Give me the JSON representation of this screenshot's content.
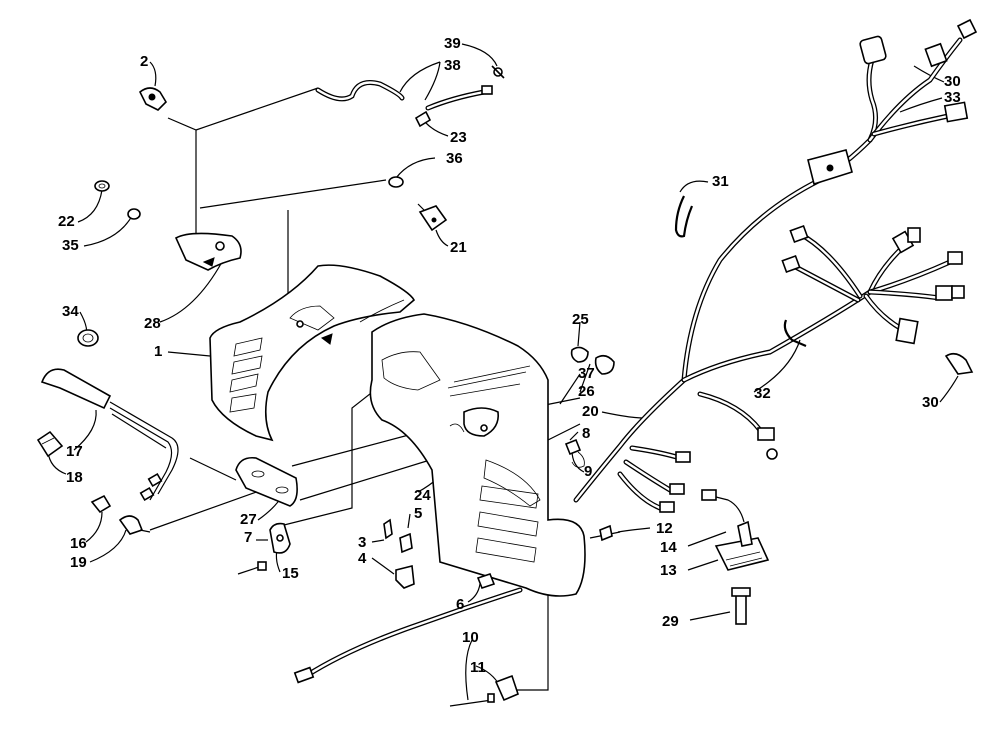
{
  "callouts": [
    {
      "id": "2",
      "text": "2"
    },
    {
      "id": "39",
      "text": "39"
    },
    {
      "id": "38",
      "text": "38"
    },
    {
      "id": "23",
      "text": "23"
    },
    {
      "id": "36",
      "text": "36"
    },
    {
      "id": "22",
      "text": "22"
    },
    {
      "id": "35",
      "text": "35"
    },
    {
      "id": "21",
      "text": "21"
    },
    {
      "id": "28",
      "text": "28"
    },
    {
      "id": "1",
      "text": "1"
    },
    {
      "id": "34",
      "text": "34"
    },
    {
      "id": "17",
      "text": "17"
    },
    {
      "id": "18",
      "text": "18"
    },
    {
      "id": "16",
      "text": "16"
    },
    {
      "id": "19",
      "text": "19"
    },
    {
      "id": "27",
      "text": "27"
    },
    {
      "id": "7",
      "text": "7"
    },
    {
      "id": "15",
      "text": "15"
    },
    {
      "id": "3",
      "text": "3"
    },
    {
      "id": "4",
      "text": "4"
    },
    {
      "id": "5",
      "text": "5"
    },
    {
      "id": "24",
      "text": "24"
    },
    {
      "id": "6",
      "text": "6"
    },
    {
      "id": "10",
      "text": "10"
    },
    {
      "id": "11",
      "text": "11"
    },
    {
      "id": "25",
      "text": "25"
    },
    {
      "id": "37",
      "text": "37"
    },
    {
      "id": "26",
      "text": "26"
    },
    {
      "id": "20",
      "text": "20"
    },
    {
      "id": "8",
      "text": "8"
    },
    {
      "id": "9",
      "text": "9"
    },
    {
      "id": "12",
      "text": "12"
    },
    {
      "id": "14",
      "text": "14"
    },
    {
      "id": "13",
      "text": "13"
    },
    {
      "id": "29",
      "text": "29"
    },
    {
      "id": "31",
      "text": "31"
    },
    {
      "id": "32",
      "text": "32"
    },
    {
      "id": "30a",
      "text": "30"
    },
    {
      "id": "33",
      "text": "33"
    },
    {
      "id": "30b",
      "text": "30"
    }
  ]
}
